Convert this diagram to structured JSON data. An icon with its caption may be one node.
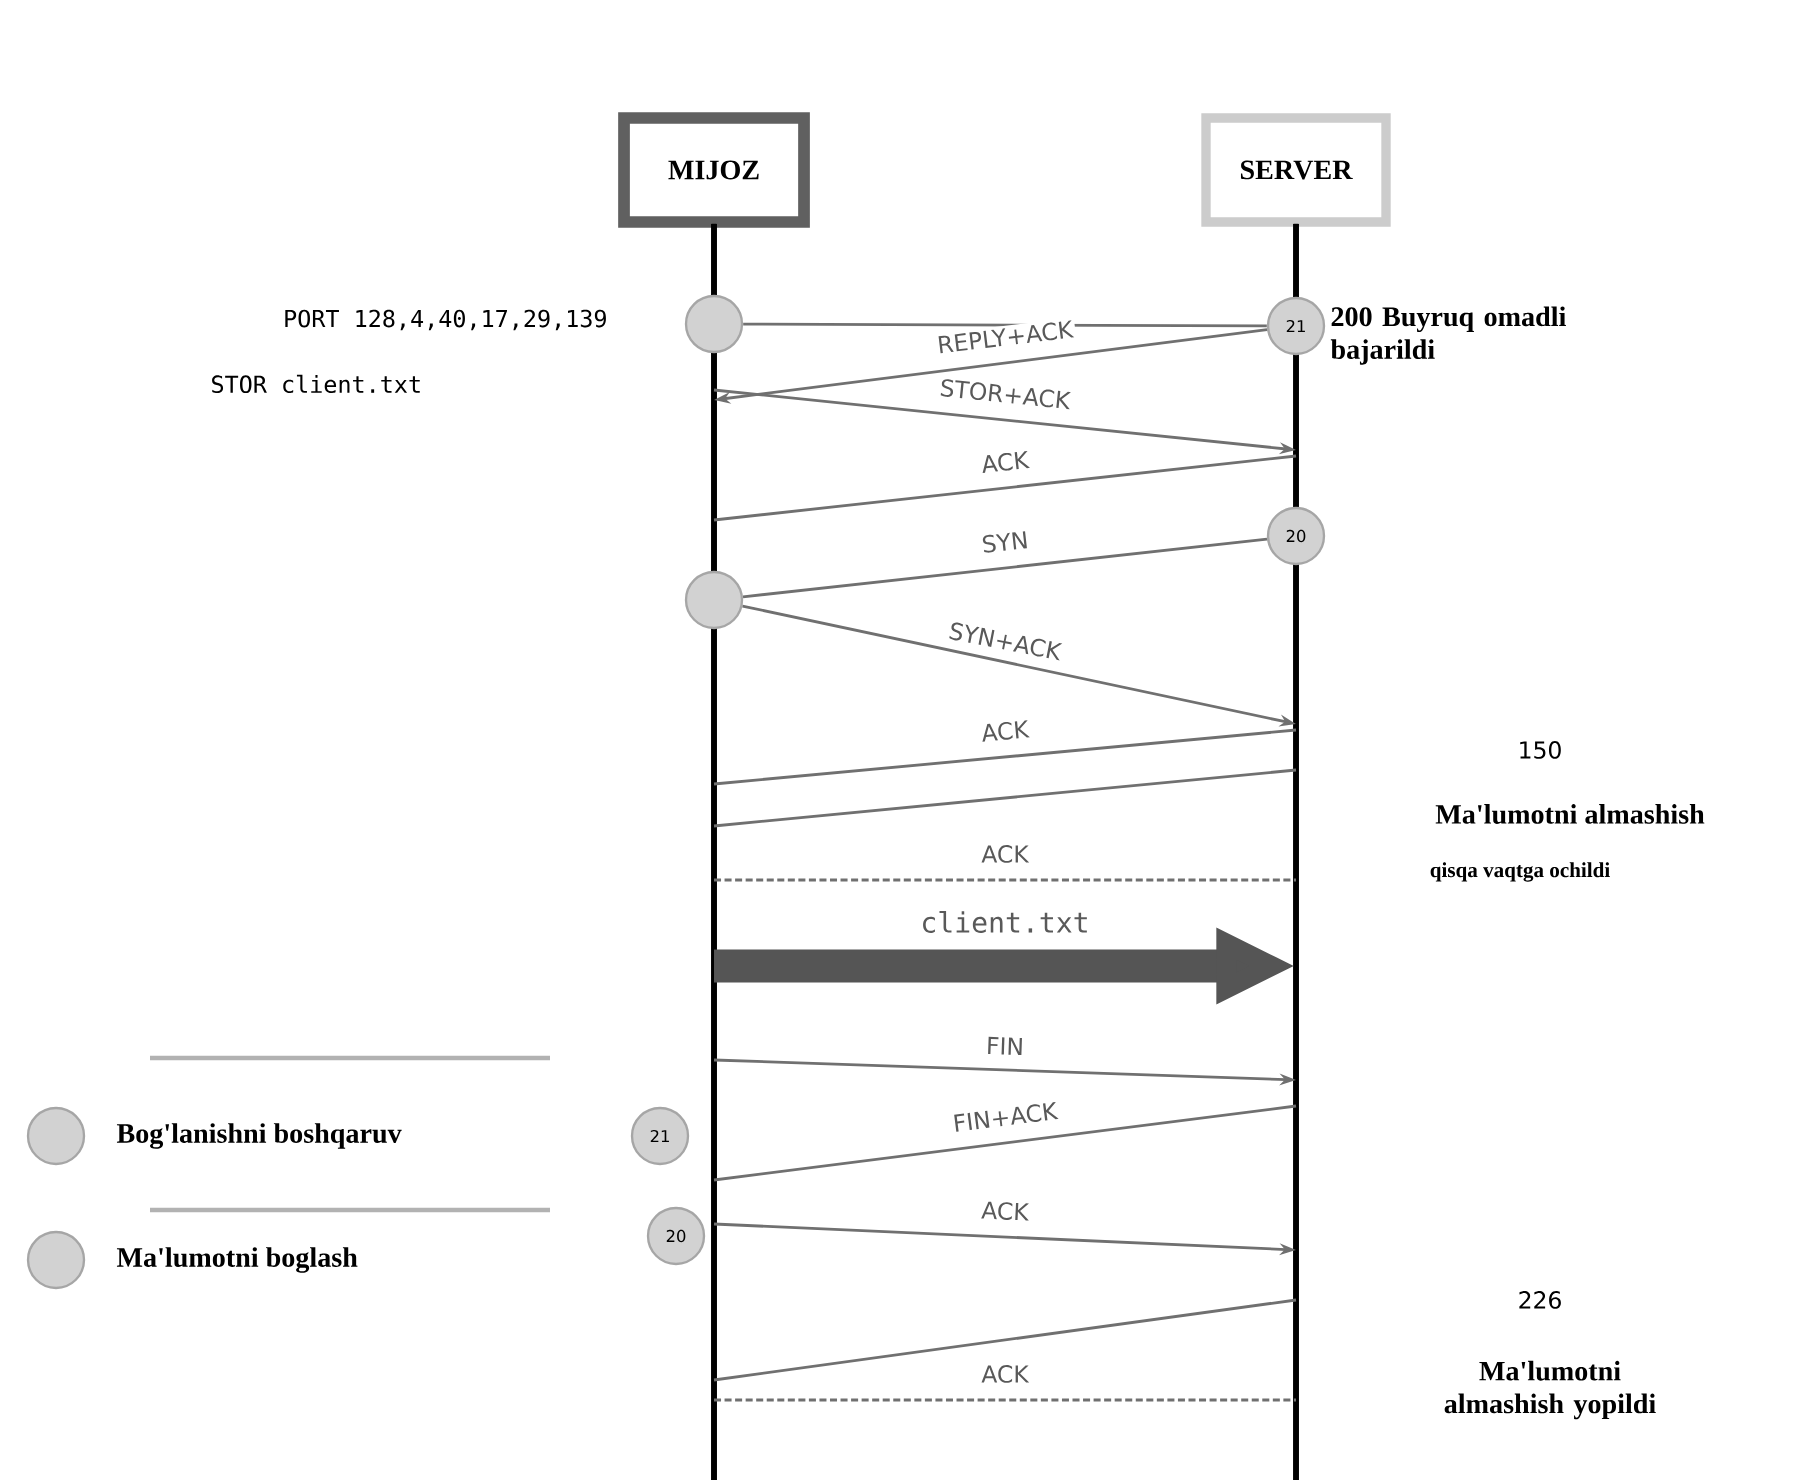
{
  "diagram": {
    "nodes": [
      {
        "text": [
          "MIJOZ"
        ]
      },
      {
        "text": [
          "SERVER"
        ]
      },
      {
        "text": [],
        "shape": "bar"
      },
      {
        "text": [],
        "shape": "bar"
      },
      {
        "text": [],
        "shape": "circle",
        "beside": [
          "PORT 128,4,40,17,29,139"
        ]
      },
      {
        "text": [
          "21"
        ],
        "beside": [
          "200 Buyruq omadli bajarildi"
        ]
      },
      {
        "text": [
          "20"
        ]
      },
      {
        "text": [],
        "shape": "circle"
      },
      {
        "text": [
          "21"
        ]
      },
      {
        "text": [
          "20"
        ]
      }
    ],
    "edges": [
      {
        "from": 4,
        "to": 5,
        "arrow": "none"
      },
      {
        "from": 5,
        "to": 2,
        "arrow": "to",
        "label": "REPLY+ACK"
      },
      {
        "from": 2,
        "to": 3,
        "arrow": "to",
        "label": "STOR+ACK"
      },
      {
        "from": 3,
        "to": 2,
        "arrow": "none",
        "label": "ACK"
      },
      {
        "from": 7,
        "to": 6,
        "arrow": "none",
        "label": "SYN"
      },
      {
        "from": 7,
        "to": 3,
        "arrow": "to",
        "label": "SYN+ACK"
      },
      {
        "from": 3,
        "to": 2,
        "arrow": "none",
        "label": "ACK"
      },
      {
        "from": 3,
        "to": 2,
        "arrow": "none"
      },
      {
        "from": 2,
        "to": 3,
        "arrow": "none",
        "style": "dashed",
        "label": "ACK"
      },
      {
        "from": 2,
        "to": 3,
        "arrow": "to",
        "style": "thick",
        "color": "#555555",
        "label": "client.txt"
      },
      {
        "from": 2,
        "to": 3,
        "arrow": "to",
        "label": "FIN"
      },
      {
        "from": 3,
        "to": 2,
        "arrow": "none",
        "label": "FIN+ACK"
      },
      {
        "from": 2,
        "to": 3,
        "arrow": "to",
        "label": "ACK"
      },
      {
        "from": 3,
        "to": 2,
        "arrow": "none"
      },
      {
        "from": 2,
        "to": 3,
        "arrow": "none",
        "style": "dashed",
        "label": "ACK"
      }
    ],
    "labels": [
      "STOR client.txt",
      "150",
      "Ma'lumotni almashish",
      "qisqa vaqtga ochildi",
      "226",
      "Ma'lumotni almashish yopildi"
    ],
    "legend": [
      {
        "text": "Bog'lanishni boshqaruv"
      },
      {
        "text": "Ma'lumotni boglash"
      }
    ]
  }
}
